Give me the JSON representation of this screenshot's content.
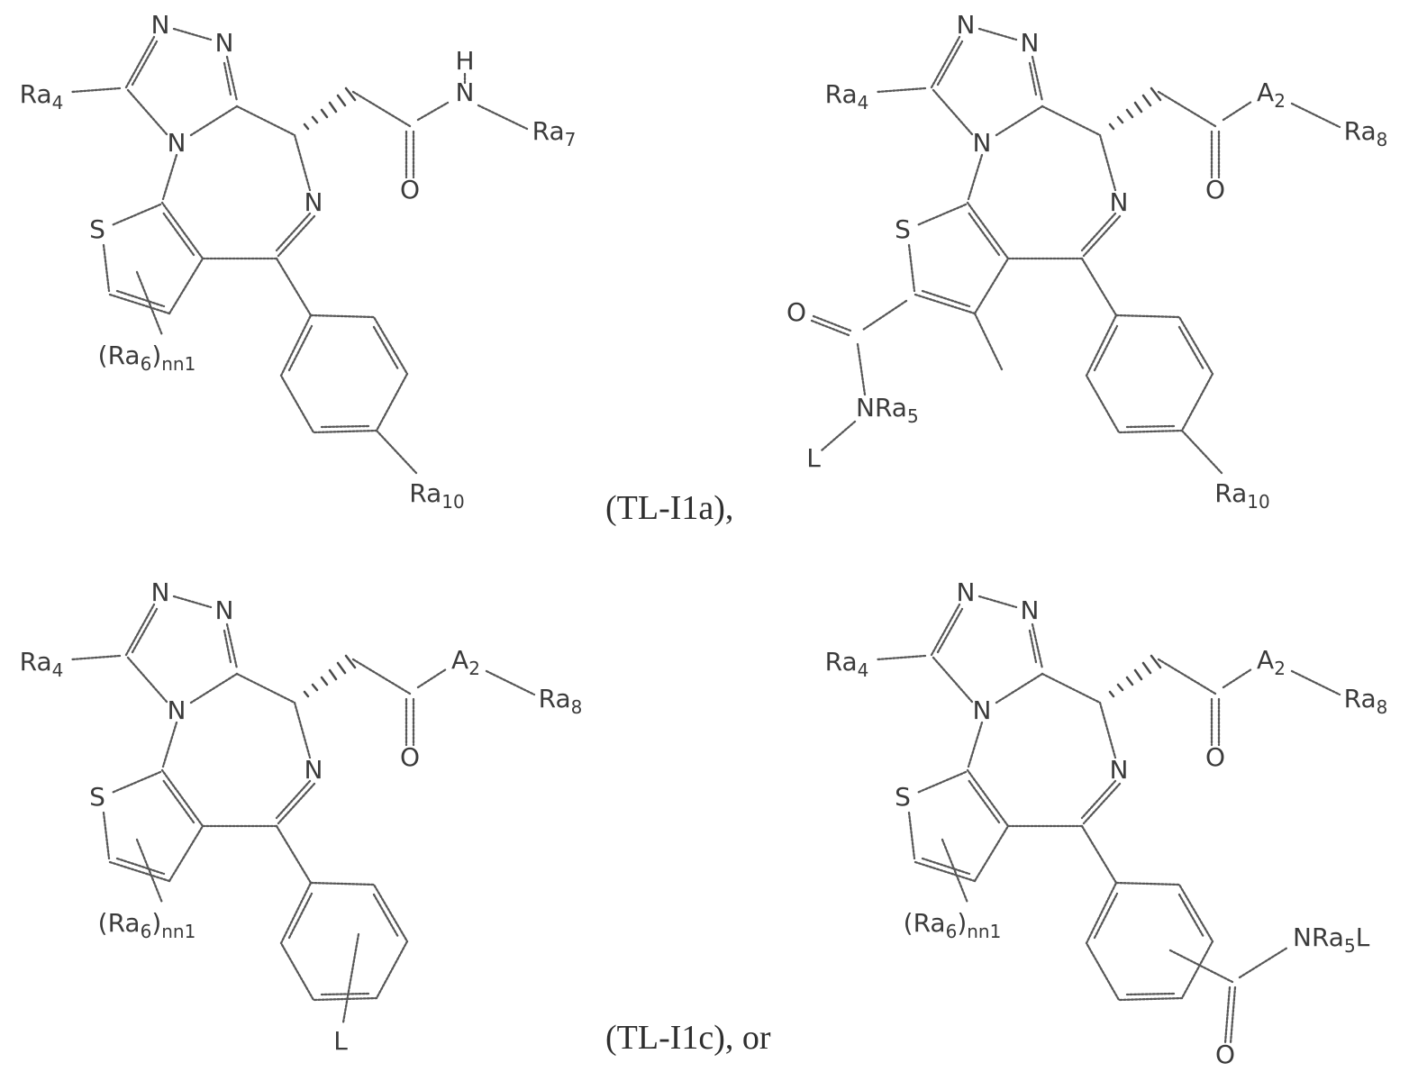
{
  "page": {
    "background": "#ffffff",
    "ink": "#565656"
  },
  "captions": {
    "tl_i1a": "(TL-I1a),",
    "tl_i1c": "(TL-I1c), or"
  },
  "atoms": {
    "nitrogen": "N",
    "sulfur": "S",
    "oxygen": "O",
    "hydrogen": "H"
  },
  "labels": {
    "ra4": {
      "base": "Ra",
      "sub": "4"
    },
    "ra6": {
      "open": "(Ra",
      "sub": "6",
      "close": ")",
      "count": "nn1"
    },
    "ra7": {
      "base": "Ra",
      "sub": "7"
    },
    "ra8": {
      "base": "Ra",
      "sub": "8"
    },
    "ra10": {
      "base": "Ra",
      "sub": "10"
    },
    "a2": {
      "base": "A",
      "sub": "2"
    },
    "nra5": {
      "base": "NRa",
      "sub": "5"
    },
    "nra5l": {
      "base": "NRa",
      "sub": "5",
      "tail": "L"
    },
    "l": "L"
  }
}
